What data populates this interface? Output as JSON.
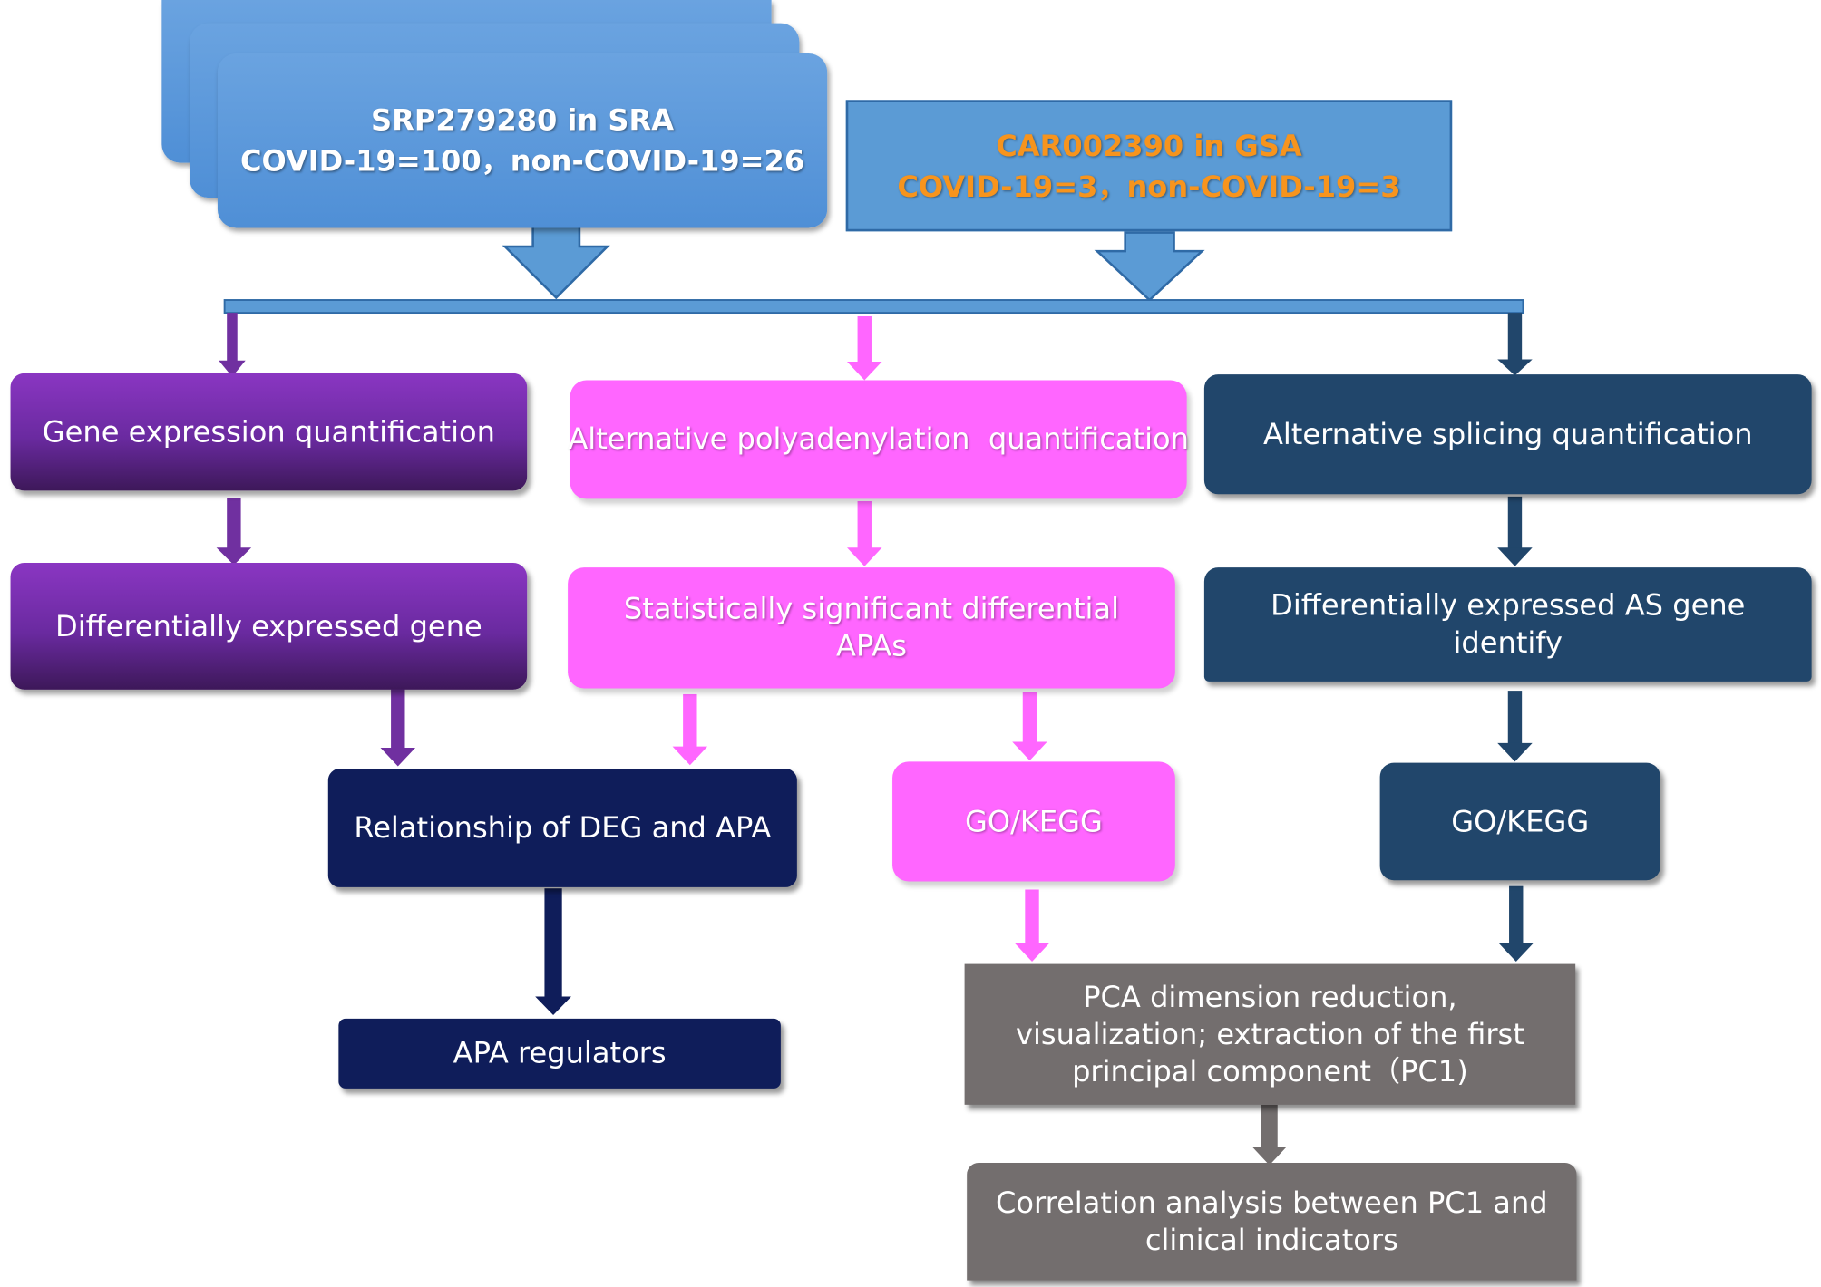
{
  "sources": {
    "sra": {
      "line1": "SRP279280 in SRA",
      "line2": "COVID-19=100，non-COVID-19=26"
    },
    "gsa": {
      "line1": "CAR002390 in GSA",
      "line2": "COVID-19=3，non-COVID-19=3"
    }
  },
  "gene_branch": {
    "quantification": "Gene expression quantification",
    "differential": "Differentially expressed gene"
  },
  "apa_branch": {
    "quantification": "Alternative polyadenylation  quantification",
    "differential": "Statistically significant differential APAs",
    "enrichment": "GO/KEGG"
  },
  "as_branch": {
    "quantification": "Alternative splicing quantification",
    "differential": "Differentially expressed AS gene identify",
    "enrichment": "GO/KEGG"
  },
  "integration": {
    "relationship": "Relationship of DEG and APA",
    "regulators": "APA regulators",
    "pca": "PCA dimension reduction, visualization; extraction of the first principal component（PC1)",
    "correlation": "Correlation analysis between PC1 and clinical indicators"
  },
  "colors": {
    "source_blue": "#5b9bd5",
    "gsa_text": "#f7941d",
    "purple": "#7030a0",
    "pink": "#ff66ff",
    "steel_blue": "#21466b",
    "navy": "#0f1d5a",
    "gray": "#736e6e"
  }
}
